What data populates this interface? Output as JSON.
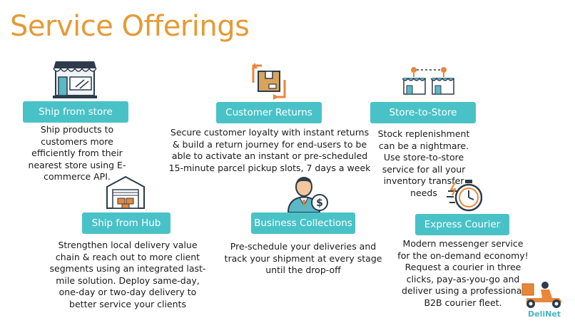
{
  "title": "Service Offerings",
  "services": [
    {
      "label": "Ship from store",
      "description": "Ship products to customers more efficiently from their nearest store using E-commerce API."
    },
    {
      "label": "Customer Returns",
      "description": "Secure customer loyalty with instant returns & build a return journey for end-users to be able to activate an instant or pre-scheduled  15-minute parcel pickup slots, 7 days a week"
    },
    {
      "label": "Store-to-Store",
      "description": "Stock replenishment can be a nightmare. Use store-to-store service for all your inventory transfer needs"
    },
    {
      "label": "Ship from Hub",
      "description": "Strengthen local delivery value chain & reach out to more client segments using an integrated last-mile solution. Deploy same-day, one-day or two-day delivery to better service your clients"
    },
    {
      "label": "Business Collections",
      "description": "Pre-schedule your deliveries and track your shipment at every stage until the drop-off"
    },
    {
      "label": "Express Courier",
      "description": "Modern messenger service for the on-demand economy! Request a courier in three clicks, pay-as-you-go  and deliver using a professional B2B courier fleet."
    }
  ],
  "logo": "DeliNet",
  "icons": [
    "storefront-icon",
    "return-box-icon",
    "store-to-store-icon",
    "warehouse-icon",
    "business-person-icon",
    "stopwatch-icon",
    "delivery-scooter-icon"
  ],
  "colors": {
    "title": "#e69a35",
    "pill": "#49c2c7",
    "pill_text": "#ffffff",
    "logo": "#49b5c0"
  }
}
